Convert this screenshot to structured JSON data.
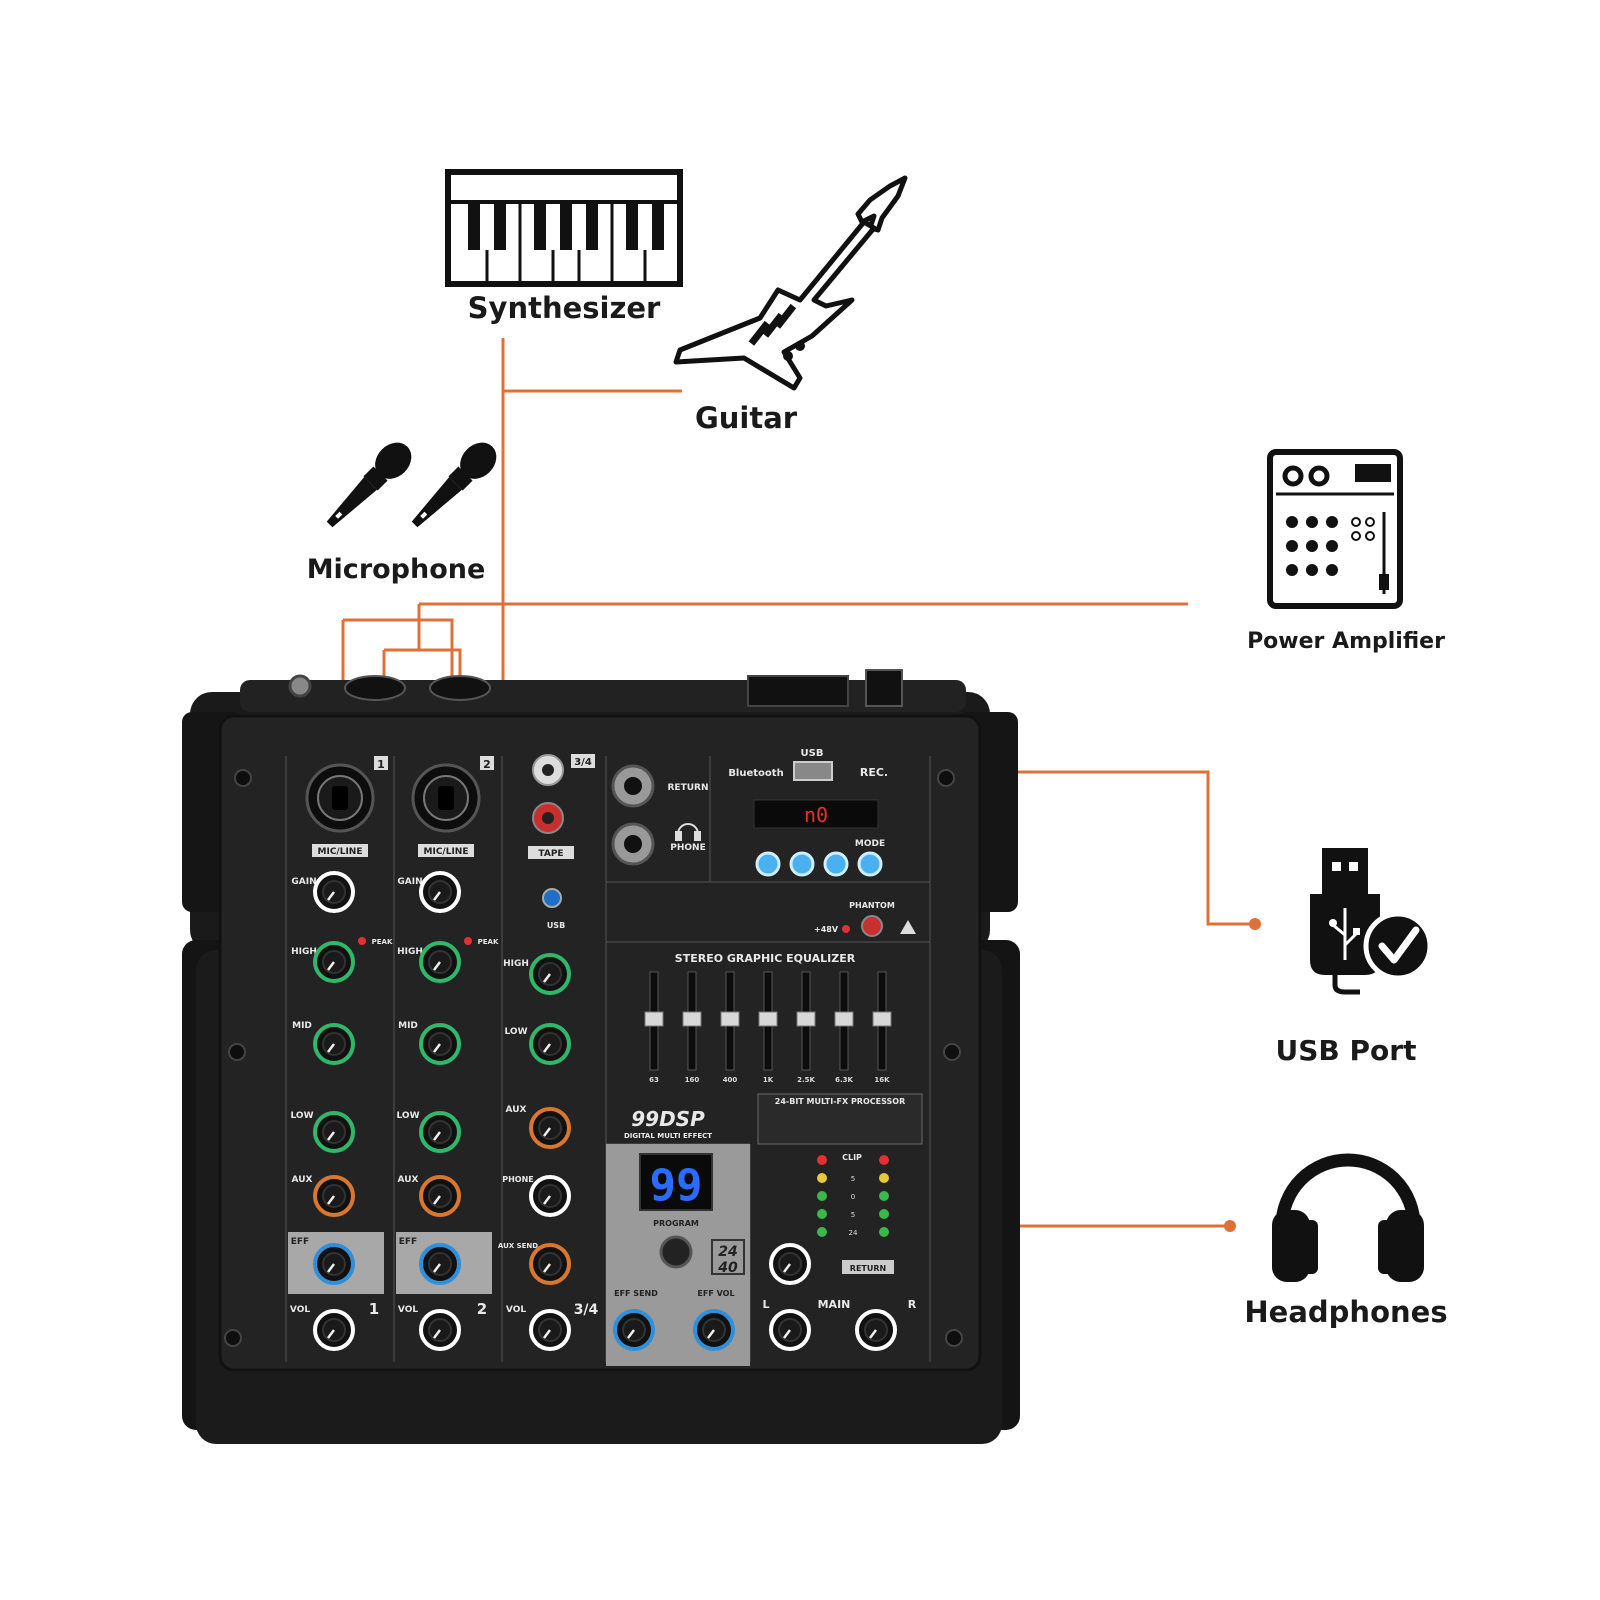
{
  "labels": {
    "synthesizer": "Synthesizer",
    "guitar": "Guitar",
    "microphone": "Microphone",
    "power_amplifier": "Power Amplifier",
    "usb_port": "USB Port",
    "headphones": "Headphones"
  },
  "mixer": {
    "channel_1": "1",
    "channel_2": "2",
    "channel_34": "3/4",
    "mic_line": "MIC/LINE",
    "tape": "TAPE",
    "gain": "GAIN",
    "high": "HIGH",
    "mid": "MID",
    "low": "LOW",
    "aux": "AUX",
    "eff": "EFF",
    "vol": "VOL",
    "peak": "PEAK",
    "phone": "PHONE",
    "aux_send": "AUX SEND",
    "return": "RETURN",
    "bluetooth": "Bluetooth",
    "usb": "USB",
    "rec": "REC.",
    "mode": "MODE",
    "display_value": "n0",
    "phantom": "PHANTOM",
    "plus48v": "+48V",
    "eq_title": "STEREO GRAPHIC EQUALIZER",
    "eq_bands": [
      "63",
      "160",
      "400",
      "1K",
      "2.5K",
      "6.3K",
      "16K"
    ],
    "fx_title": "24-BIT MULTI-FX PROCESSOR",
    "dsp": "99DSP",
    "dsp_sub": "DIGITAL MULTI EFFECT",
    "dsp_value": "99",
    "program": "PROGRAM",
    "eff_send": "EFF SEND",
    "eff_vol": "EFF VOL",
    "bit_badge_top": "24",
    "bit_badge_bottom": "40",
    "main": "MAIN",
    "main_l": "L",
    "main_r": "R",
    "clip": "CLIP",
    "meter_marks": [
      "5",
      "0",
      "5",
      "24"
    ],
    "return_btn": "RETURN"
  },
  "colors": {
    "connector": "#e0703a",
    "mixer_body": "#1e1e1e",
    "panel": "#262626",
    "knob_green": "#2fb86a",
    "knob_orange": "#d9772e",
    "knob_blue": "#2f8fd8",
    "led_red": "#e33030",
    "display_blue": "#2a6cff"
  }
}
